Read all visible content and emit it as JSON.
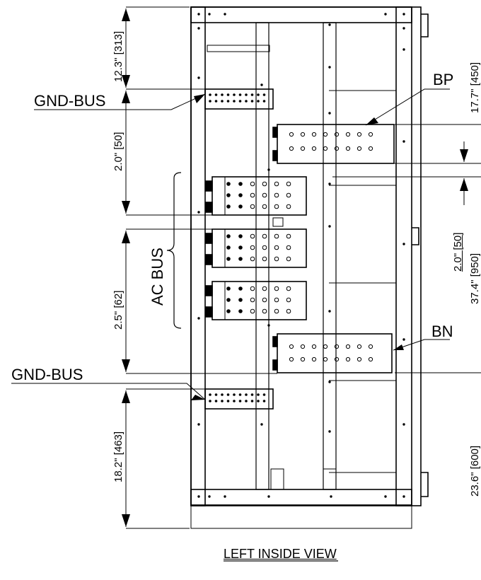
{
  "labels": {
    "gnd_bus_top": "GND-BUS",
    "gnd_bus_bottom": "GND-BUS",
    "bp": "BP",
    "bn": "BN",
    "ac_bus": "AC BUS",
    "view_title": "LEFT INSIDE VIEW"
  },
  "dimensions": {
    "top_gnd_offset": "12.3\" [313]",
    "gnd_to_ac": "2.0\" [50]",
    "ac_span": "2.5\" [62]",
    "bottom_gnd_offset": "18.2\" [463]",
    "right_top": "17.7\" [450]",
    "right_bp_gap": "2.0\" [50]",
    "right_mid": "37.4\" [950]",
    "right_bottom": "23.6\" [600]"
  }
}
